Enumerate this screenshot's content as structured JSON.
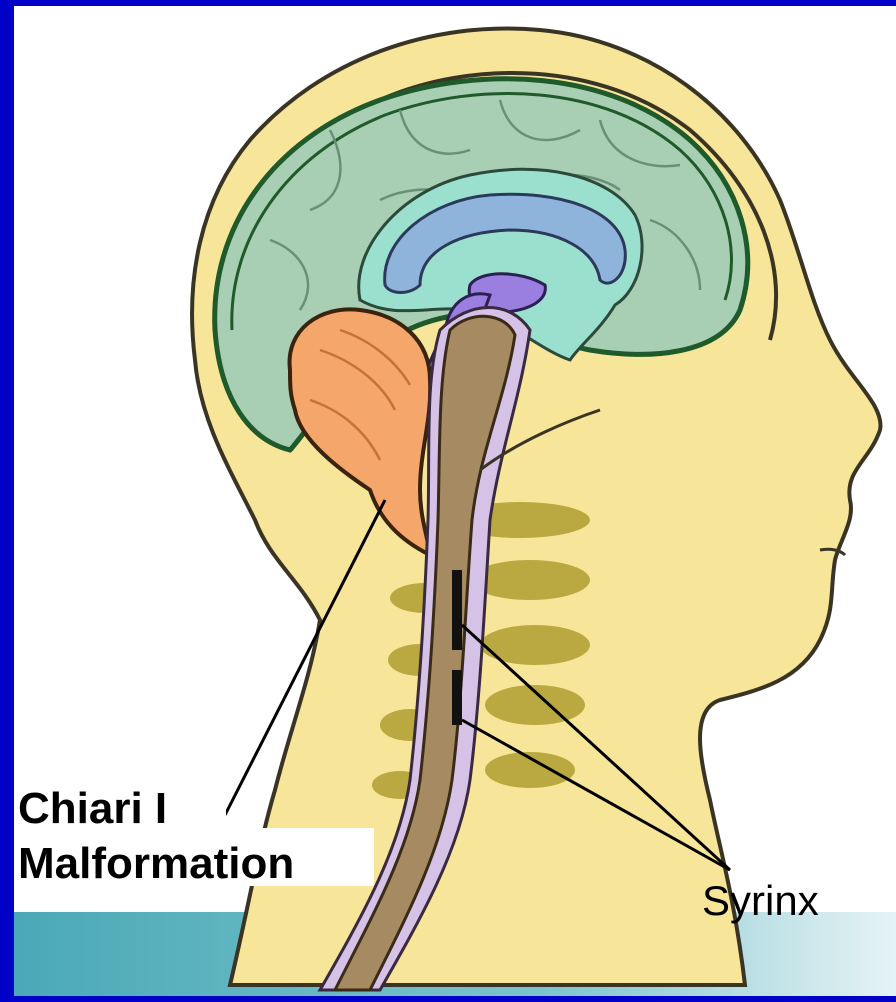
{
  "diagram": {
    "labels": {
      "chiari_line1": "Chiari I",
      "chiari_line2": "Malformation",
      "syrinx": "Syrinx"
    },
    "colors": {
      "frame_border": "#0000c8",
      "background": "#ffffff",
      "floor_teal": "#5fb6c2",
      "skin": "#f7e59a",
      "skin_outline": "#3a3424",
      "cerebrum": "#a8ceb4",
      "cerebrum_outline": "#1f5a2a",
      "corpus_callosum": "#8fb4dc",
      "inner_teal": "#9be0cf",
      "thalamus": "#9a7ee0",
      "cerebellum": "#f5a66a",
      "brainstem_cord": "#a58a62",
      "cord_sheath": "#d6c2e6",
      "vertebrae": "#b9a940",
      "syrinx": "#111111"
    }
  }
}
